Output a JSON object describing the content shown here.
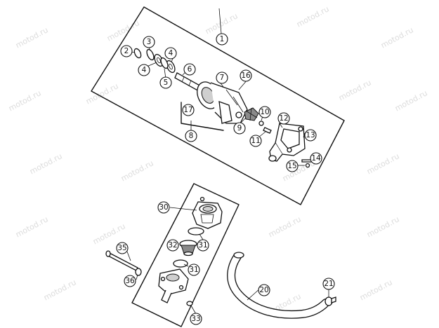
{
  "watermark": {
    "text": "motod.ru"
  },
  "callouts": [
    "1",
    "2",
    "3",
    "4",
    "4",
    "5",
    "6",
    "7",
    "8",
    "9",
    "10",
    "11",
    "12",
    "13",
    "14",
    "15",
    "16",
    "17",
    "20",
    "21",
    "30",
    "31",
    "31",
    "32",
    "33",
    "35",
    "36"
  ]
}
